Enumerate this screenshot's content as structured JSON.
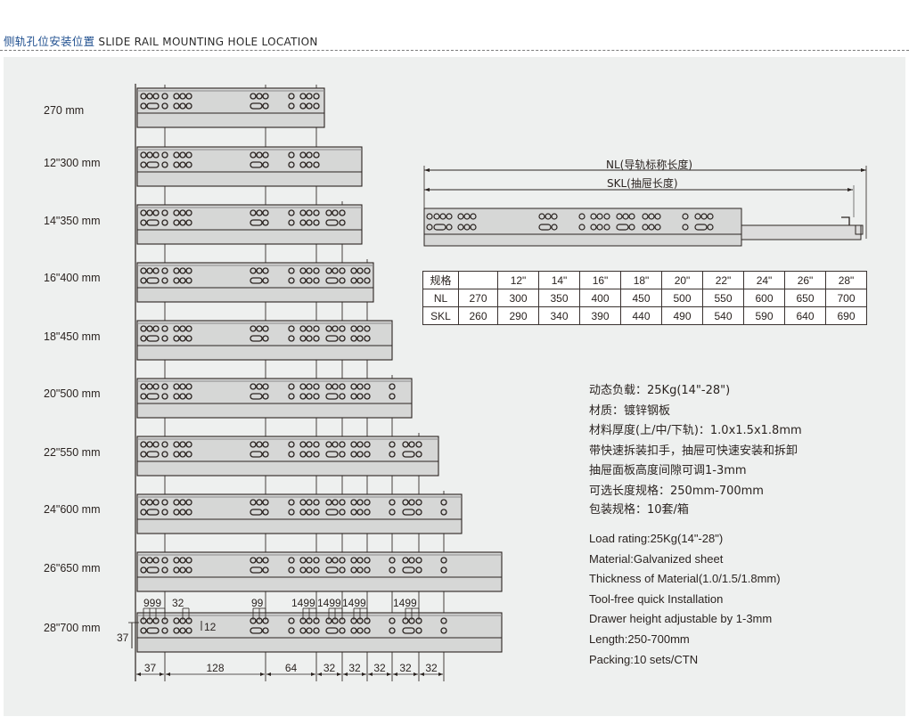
{
  "header": {
    "title_cn": "侧轨孔位安装位置",
    "title_en": "SLIDE RAIL MOUNTING HOLE LOCATION"
  },
  "rails": [
    {
      "label": "270 mm",
      "nl": 270
    },
    {
      "label": "12\"300 mm",
      "nl": 300
    },
    {
      "label": "14\"350 mm",
      "nl": 350
    },
    {
      "label": "16\"400 mm",
      "nl": 400
    },
    {
      "label": "18\"450 mm",
      "nl": 450
    },
    {
      "label": "20\"500 mm",
      "nl": 500
    },
    {
      "label": "22\"550 mm",
      "nl": 550
    },
    {
      "label": "24\"600 mm",
      "nl": 600
    },
    {
      "label": "26\"650 mm",
      "nl": 650
    },
    {
      "label": "28\"700 mm",
      "nl": 700
    }
  ],
  "dimensions": {
    "top": [
      "9",
      "9",
      "9",
      "32",
      "9",
      "9",
      "14",
      "9",
      "9",
      "14",
      "9",
      "9",
      "14",
      "9",
      "9",
      "14",
      "9",
      "9"
    ],
    "top_labels": {
      "a": "999",
      "b": "32",
      "c": "99",
      "d": "1499",
      "e": "1499",
      "f": "1499",
      "g": "1499"
    },
    "hole_gap": "12",
    "height": "37",
    "bottom": [
      "37",
      "128",
      "64",
      "32",
      "32",
      "32",
      "32",
      "32"
    ]
  },
  "side_view": {
    "nl_label": "NL(导轨标称长度)",
    "skl_label": "SKL(抽屉长度)"
  },
  "spec_table": {
    "header": [
      "规格",
      "",
      "12\"",
      "14\"",
      "16\"",
      "18\"",
      "20\"",
      "22\"",
      "24\"",
      "26\"",
      "28\""
    ],
    "rows": [
      [
        "NL",
        "270",
        "300",
        "350",
        "400",
        "450",
        "500",
        "550",
        "600",
        "650",
        "700"
      ],
      [
        "SKL",
        "260",
        "290",
        "340",
        "390",
        "440",
        "490",
        "540",
        "590",
        "640",
        "690"
      ]
    ]
  },
  "info_cn": [
    "动态负载：25Kg(14\"-28\")",
    "材质：镀锌钢板",
    "材料厚度(上/中/下轨)：1.0x1.5x1.8mm",
    "带快速拆装扣手，抽屉可快速安装和拆卸",
    "抽屉面板高度间隙可调1-3mm",
    "可选长度规格：250mm-700mm",
    "包装规格：10套/箱"
  ],
  "info_en": [
    "Load rating:25Kg(14\"-28\")",
    "Material:Galvanized sheet",
    "Thickness of Material(1.0/1.5/1.8mm)",
    "Tool-free quick Installation",
    "Drawer height adjustable by 1-3mm",
    "Length:250-700mm",
    "Packing:10 sets/CTN"
  ],
  "colors": {
    "title_blue": "#1f4f8f",
    "panel_bg": "#eef0ef",
    "rail_fill": "#d6d7d6",
    "line": "#2a2320"
  }
}
